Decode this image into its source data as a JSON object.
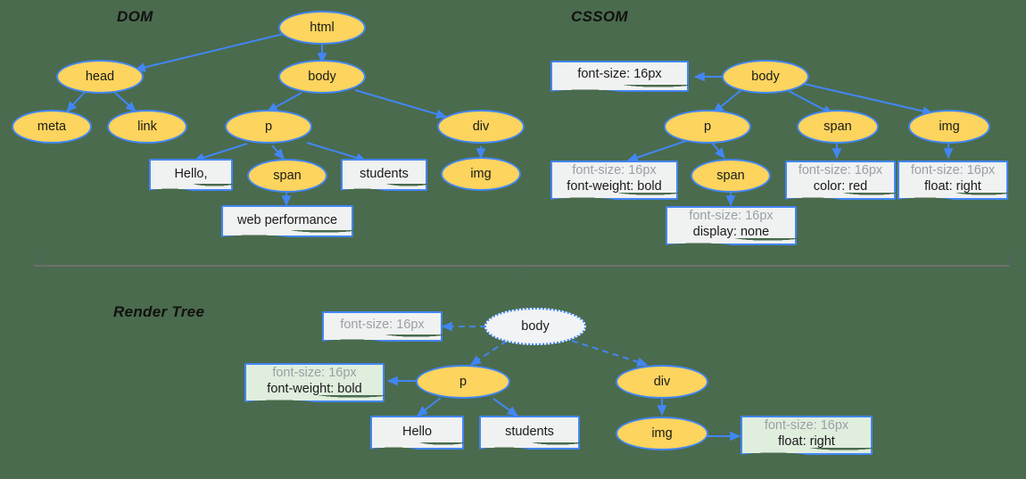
{
  "background_color": "#4a6b4d",
  "palette": {
    "node_fill": "#fcd45e",
    "node_stroke": "#4286f5",
    "box_fill": "#f0f1f1",
    "box_fill_green": "#dfeedd",
    "ghost_fill": "#f1f3f4",
    "muted_text": "#9aa0a6",
    "text": "#1a1a1a",
    "divider": "#6e6e6e"
  },
  "sections": {
    "dom": {
      "title": "DOM"
    },
    "cssom": {
      "title": "CSSOM"
    },
    "render_tree": {
      "title": "Render Tree"
    }
  },
  "dom": {
    "nodes": [
      {
        "id": "html",
        "label": "html"
      },
      {
        "id": "head",
        "label": "head"
      },
      {
        "id": "body",
        "label": "body"
      },
      {
        "id": "meta",
        "label": "meta"
      },
      {
        "id": "link",
        "label": "link"
      },
      {
        "id": "p",
        "label": "p"
      },
      {
        "id": "div",
        "label": "div"
      },
      {
        "id": "span",
        "label": "span"
      },
      {
        "id": "img",
        "label": "img"
      }
    ],
    "text_boxes": [
      {
        "id": "hello",
        "label": "Hello,"
      },
      {
        "id": "students",
        "label": "students"
      },
      {
        "id": "webperf",
        "label": "web performance"
      }
    ]
  },
  "cssom": {
    "nodes": [
      {
        "id": "body",
        "label": "body"
      },
      {
        "id": "p",
        "label": "p"
      },
      {
        "id": "span-body",
        "label": "span"
      },
      {
        "id": "img",
        "label": "img"
      },
      {
        "id": "span-p",
        "label": "span"
      }
    ],
    "rule_boxes": [
      {
        "id": "body-rules",
        "lines": [
          {
            "text": "font-size: 16px",
            "muted": false
          }
        ]
      },
      {
        "id": "p-rules",
        "lines": [
          {
            "text": "font-size: 16px",
            "muted": true
          },
          {
            "text": "font-weight: bold",
            "muted": false
          }
        ]
      },
      {
        "id": "span-p-rules",
        "lines": [
          {
            "text": "font-size: 16px",
            "muted": true
          },
          {
            "text": "display: none",
            "muted": false
          }
        ]
      },
      {
        "id": "span-b-rules",
        "lines": [
          {
            "text": "font-size: 16px",
            "muted": true
          },
          {
            "text": "color: red",
            "muted": false
          }
        ]
      },
      {
        "id": "img-rules",
        "lines": [
          {
            "text": "font-size: 16px",
            "muted": true
          },
          {
            "text": "float: right",
            "muted": false
          }
        ]
      }
    ]
  },
  "render_tree": {
    "nodes": [
      {
        "id": "body",
        "label": "body",
        "ghost": true
      },
      {
        "id": "p",
        "label": "p",
        "ghost": false
      },
      {
        "id": "div",
        "label": "div",
        "ghost": false
      },
      {
        "id": "img",
        "label": "img",
        "ghost": false
      }
    ],
    "text_boxes": [
      {
        "id": "hello",
        "label": "Hello"
      },
      {
        "id": "students",
        "label": "students"
      }
    ],
    "rule_boxes": [
      {
        "id": "body-rules",
        "green": false,
        "lines": [
          {
            "text": "font-size: 16px",
            "muted": true
          }
        ]
      },
      {
        "id": "p-rules",
        "green": true,
        "lines": [
          {
            "text": "font-size: 16px",
            "muted": true
          },
          {
            "text": "font-weight: bold",
            "muted": false
          }
        ]
      },
      {
        "id": "img-rules",
        "green": true,
        "lines": [
          {
            "text": "font-size: 16px",
            "muted": true
          },
          {
            "text": "float: right",
            "muted": false
          }
        ]
      }
    ]
  }
}
